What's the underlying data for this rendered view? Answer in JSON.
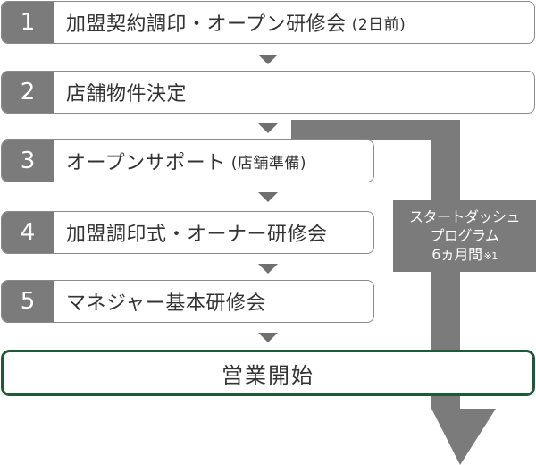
{
  "steps": [
    {
      "num": "1",
      "label": "加盟契約調印・オープン研修会",
      "sub": "(2日前)"
    },
    {
      "num": "2",
      "label": "店舗物件決定",
      "sub": ""
    },
    {
      "num": "3",
      "label": "オープンサポート",
      "sub": "(店舗準備)"
    },
    {
      "num": "4",
      "label": "加盟調印式・オーナー研修会",
      "sub": ""
    },
    {
      "num": "5",
      "label": "マネジャー基本研修会",
      "sub": ""
    }
  ],
  "final": {
    "label": "営業開始"
  },
  "program": {
    "line1": "スタートダッシュ",
    "line2": "プログラム",
    "line3": "6ヵ月間",
    "note": "※1"
  },
  "colors": {
    "number_bg": "#7b7b7b",
    "arrow": "#7b7b7b",
    "final_border": "#1e5a3a"
  }
}
